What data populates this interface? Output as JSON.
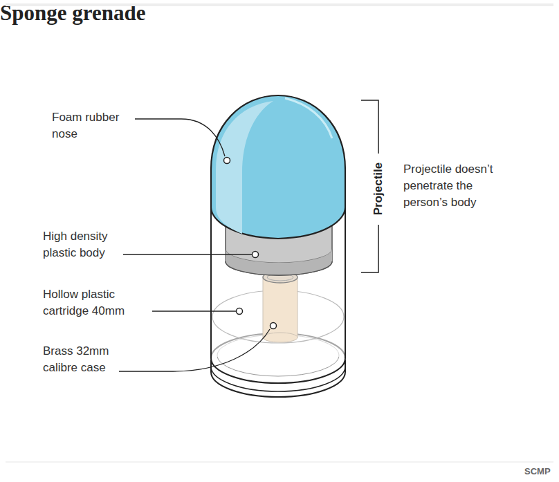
{
  "diagram": {
    "title": "Sponge grenade",
    "labels": [
      "Foam rubber nose",
      "High density plastic body",
      "Hollow plastic cartridge 40mm",
      "Brass 32mm calibre case",
      "Projectile",
      "Projectile doesn’t penetrate the person’s body",
      "SCMP"
    ]
  }
}
